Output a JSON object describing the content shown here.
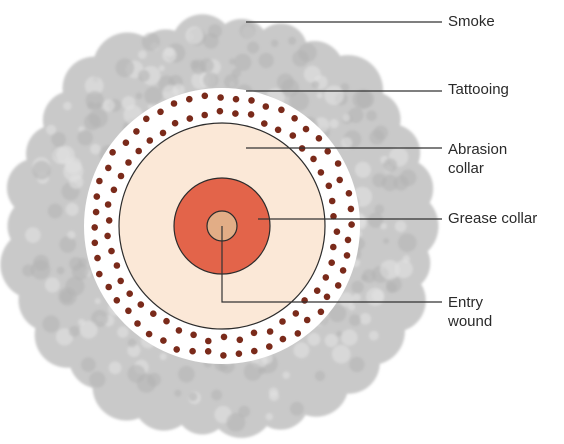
{
  "labels": {
    "smoke": "Smoke",
    "tattooing": "Tattooing",
    "abrasion_collar": [
      "Abrasion",
      "collar"
    ],
    "grease_collar": "Grease collar",
    "entry_wound": [
      "Entry",
      "wound"
    ]
  },
  "colors": {
    "smoke": "#c9c9c9",
    "smoke_dark": "#b3b3b3",
    "tattooing": "#7a2a1a",
    "abrasion_collar": "#fbe8d7",
    "grease_collar": "#e3644a",
    "entry_wound": "#e2ad86",
    "outline": "#2b2b2b",
    "leader_line": "#333333"
  }
}
